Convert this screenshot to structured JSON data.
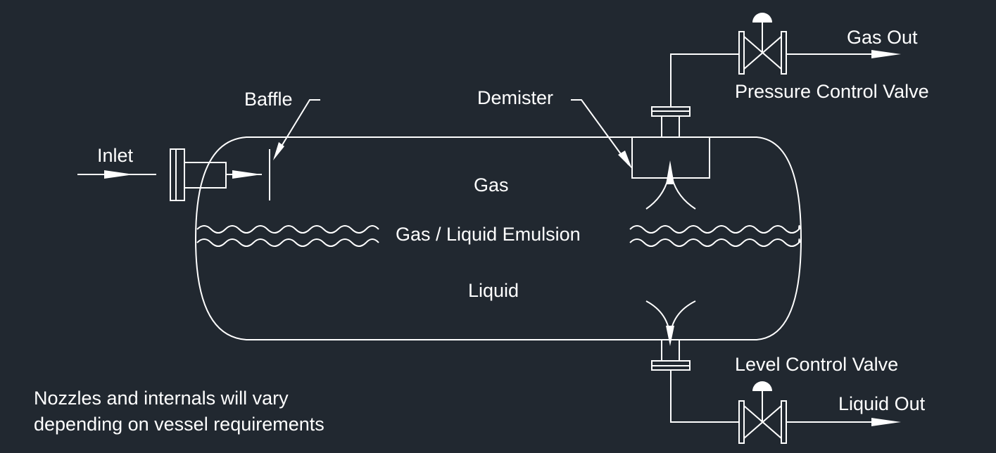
{
  "colors": {
    "background": "#212830",
    "line": "#ffffff"
  },
  "labels": {
    "inlet": "Inlet",
    "baffle": "Baffle",
    "demister": "Demister",
    "gas_out": "Gas Out",
    "pressure_control_valve": "Pressure Control Valve",
    "gas_zone": "Gas",
    "emulsion_zone": "Gas / Liquid Emulsion",
    "liquid_zone": "Liquid",
    "level_control_valve": "Level Control Valve",
    "liquid_out": "Liquid Out"
  },
  "note": {
    "line1": "Nozzles and internals will vary",
    "line2": "depending on vessel requirements"
  }
}
